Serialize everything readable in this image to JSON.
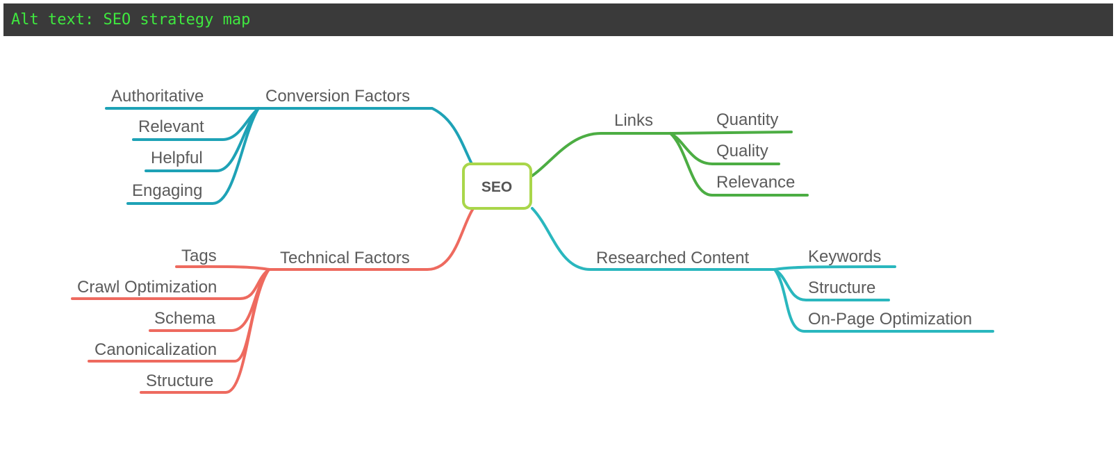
{
  "alt_text": "Alt text: SEO strategy map",
  "colors": {
    "background": "#ffffff",
    "alt_bar_bg": "#3a3a3a",
    "alt_bar_text": "#3fe83f",
    "conversion": "#1ea2b6",
    "links": "#4cad43",
    "technical": "#ee6a5f",
    "content": "#2ab7be",
    "center_border": "#a9d64a"
  },
  "map": {
    "center": "SEO",
    "branches": [
      {
        "label": "Conversion Factors",
        "children": [
          "Authoritative",
          "Relevant",
          "Helpful",
          "Engaging"
        ]
      },
      {
        "label": "Links",
        "children": [
          "Quantity",
          "Quality",
          "Relevance"
        ]
      },
      {
        "label": "Technical Factors",
        "children": [
          "Tags",
          "Crawl Optimization",
          "Schema",
          "Canonicalization",
          "Structure"
        ]
      },
      {
        "label": "Researched Content",
        "children": [
          "Keywords",
          "Structure",
          "On-Page Optimization"
        ]
      }
    ]
  }
}
